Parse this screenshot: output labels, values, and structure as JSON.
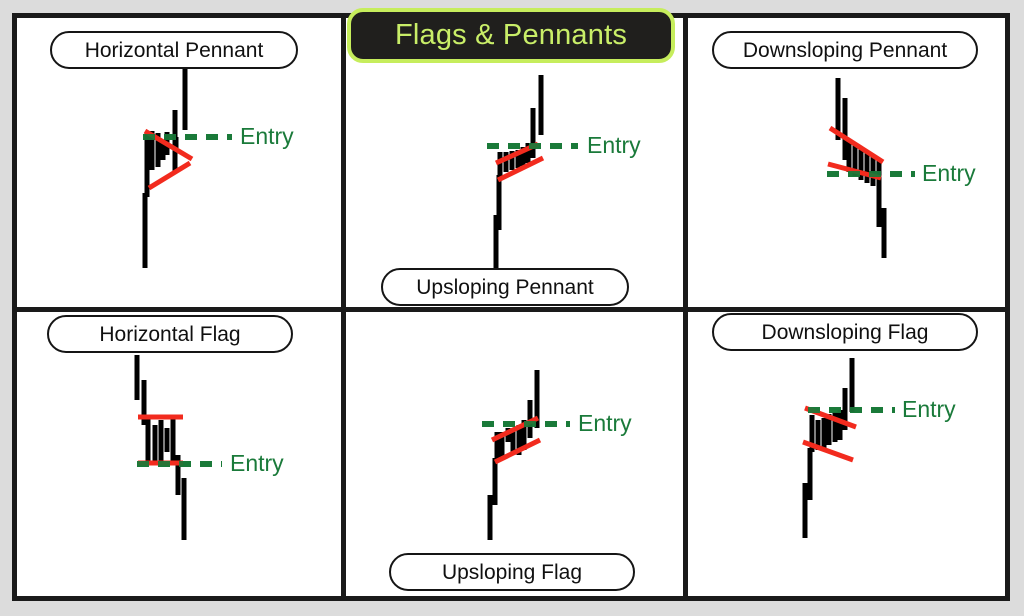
{
  "title": {
    "text": "Flags & Pennants",
    "bg_color": "#201f1d",
    "border_color": "#c6ed5c",
    "text_color": "#c9ee68"
  },
  "colors": {
    "background": "#dcdcdc",
    "panel_background": "#ffffff",
    "frame": "#1a1a1a",
    "bar": "#000000",
    "trendline": "#f22b1e",
    "entry_line": "#1a7a3a",
    "entry_text": "#1a7a3a",
    "pill_border": "#151515",
    "pill_text": "#101010"
  },
  "entry_label": "Entry",
  "panels": [
    {
      "id": "horizontal-pennant",
      "label": "Horizontal Pennant",
      "row": 0,
      "col": 0,
      "pattern_type": "pennant",
      "slope": "horizontal",
      "entry_label": "Entry"
    },
    {
      "id": "upsloping-pennant",
      "label": "Upsloping Pennant",
      "row": 0,
      "col": 1,
      "pattern_type": "pennant",
      "slope": "up",
      "entry_label": "Entry"
    },
    {
      "id": "downsloping-pennant",
      "label": "Downsloping Pennant",
      "row": 0,
      "col": 2,
      "pattern_type": "pennant",
      "slope": "down",
      "entry_label": "Entry"
    },
    {
      "id": "horizontal-flag",
      "label": "Horizontal Flag",
      "row": 1,
      "col": 0,
      "pattern_type": "flag",
      "slope": "horizontal",
      "entry_label": "Entry"
    },
    {
      "id": "upsloping-flag",
      "label": "Upsloping Flag",
      "row": 1,
      "col": 1,
      "pattern_type": "flag",
      "slope": "up",
      "entry_label": "Entry"
    },
    {
      "id": "downsloping-flag",
      "label": "Downsloping Flag",
      "row": 1,
      "col": 2,
      "pattern_type": "flag",
      "slope": "down",
      "entry_label": "Entry"
    }
  ],
  "chart_data": {
    "type": "line",
    "title": "Flags & Pennants",
    "description": "Six price-bar schematics of continuation chart patterns, each with red trendlines bounding the consolidation and a green dashed Entry level.",
    "series": [
      {
        "name": "horizontal-pennant",
        "bars": [
          {
            "x": 185,
            "y_top": 68,
            "y_bottom": 130
          },
          {
            "x": 175,
            "y_top": 110,
            "y_bottom": 172
          },
          {
            "x": 167,
            "y_top": 132,
            "y_bottom": 155
          },
          {
            "x": 176,
            "y_top": 137,
            "y_bottom": 152
          },
          {
            "x": 163,
            "y_top": 140,
            "y_bottom": 160
          },
          {
            "x": 158,
            "y_top": 133,
            "y_bottom": 167
          },
          {
            "x": 152,
            "y_top": 131,
            "y_bottom": 170
          },
          {
            "x": 147,
            "y_top": 133,
            "y_bottom": 197
          },
          {
            "x": 145,
            "y_top": 193,
            "y_bottom": 224
          },
          {
            "x": 145,
            "y_top": 210,
            "y_bottom": 268
          }
        ],
        "upper_trendline": [
          [
            145,
            131
          ],
          [
            192,
            159
          ]
        ],
        "lower_trendline": [
          [
            149,
            188
          ],
          [
            190,
            163
          ]
        ],
        "entry_line_y": 137,
        "entry_line_x": [
          143,
          232
        ],
        "entry_text_x": 240,
        "entry_text_y": 125
      },
      {
        "name": "upsloping-pennant",
        "bars": [
          {
            "x": 541,
            "y_top": 75,
            "y_bottom": 135
          },
          {
            "x": 533,
            "y_top": 108,
            "y_bottom": 158
          },
          {
            "x": 528,
            "y_top": 143,
            "y_bottom": 163
          },
          {
            "x": 523,
            "y_top": 147,
            "y_bottom": 166
          },
          {
            "x": 518,
            "y_top": 150,
            "y_bottom": 168
          },
          {
            "x": 512,
            "y_top": 151,
            "y_bottom": 170
          },
          {
            "x": 506,
            "y_top": 152,
            "y_bottom": 172
          },
          {
            "x": 500,
            "y_top": 152,
            "y_bottom": 180
          },
          {
            "x": 499,
            "y_top": 175,
            "y_bottom": 230
          },
          {
            "x": 496,
            "y_top": 215,
            "y_bottom": 270
          }
        ],
        "upper_trendline": [
          [
            496,
            163
          ],
          [
            538,
            144
          ]
        ],
        "lower_trendline": [
          [
            498,
            180
          ],
          [
            543,
            158
          ]
        ],
        "entry_line_y": 146,
        "entry_line_x": [
          487,
          578
        ],
        "entry_text_x": 587,
        "entry_text_y": 134
      },
      {
        "name": "downsloping-pennant",
        "bars": [
          {
            "x": 838,
            "y_top": 78,
            "y_bottom": 140
          },
          {
            "x": 845,
            "y_top": 98,
            "y_bottom": 160
          },
          {
            "x": 849,
            "y_top": 140,
            "y_bottom": 172
          },
          {
            "x": 855,
            "y_top": 145,
            "y_bottom": 176
          },
          {
            "x": 861,
            "y_top": 148,
            "y_bottom": 180
          },
          {
            "x": 867,
            "y_top": 152,
            "y_bottom": 183
          },
          {
            "x": 873,
            "y_top": 155,
            "y_bottom": 186
          },
          {
            "x": 879,
            "y_top": 158,
            "y_bottom": 192
          },
          {
            "x": 879,
            "y_top": 186,
            "y_bottom": 227
          },
          {
            "x": 884,
            "y_top": 208,
            "y_bottom": 258
          }
        ],
        "upper_trendline": [
          [
            830,
            128
          ],
          [
            883,
            162
          ]
        ],
        "lower_trendline": [
          [
            828,
            164
          ],
          [
            881,
            178
          ]
        ],
        "entry_line_y": 174,
        "entry_line_x": [
          827,
          915
        ],
        "entry_text_x": 922,
        "entry_text_y": 162
      },
      {
        "name": "horizontal-flag",
        "bars": [
          {
            "x": 137,
            "y_top": 355,
            "y_bottom": 400
          },
          {
            "x": 144,
            "y_top": 380,
            "y_bottom": 425
          },
          {
            "x": 148,
            "y_top": 415,
            "y_bottom": 462
          },
          {
            "x": 155,
            "y_top": 425,
            "y_bottom": 462
          },
          {
            "x": 161,
            "y_top": 420,
            "y_bottom": 462
          },
          {
            "x": 167,
            "y_top": 428,
            "y_bottom": 452
          },
          {
            "x": 173,
            "y_top": 418,
            "y_bottom": 462
          },
          {
            "x": 178,
            "y_top": 455,
            "y_bottom": 495
          },
          {
            "x": 184,
            "y_top": 478,
            "y_bottom": 540
          }
        ],
        "upper_trendline": [
          [
            138,
            417
          ],
          [
            183,
            417
          ]
        ],
        "lower_trendline": [
          [
            138,
            463
          ],
          [
            183,
            463
          ]
        ],
        "entry_line_y": 464,
        "entry_line_x": [
          137,
          222
        ],
        "entry_text_x": 230,
        "entry_text_y": 452
      },
      {
        "name": "upsloping-flag",
        "bars": [
          {
            "x": 537,
            "y_top": 370,
            "y_bottom": 428
          },
          {
            "x": 530,
            "y_top": 400,
            "y_bottom": 438
          },
          {
            "x": 524,
            "y_top": 420,
            "y_bottom": 450
          },
          {
            "x": 519,
            "y_top": 425,
            "y_bottom": 455
          },
          {
            "x": 513,
            "y_top": 430,
            "y_bottom": 455
          },
          {
            "x": 508,
            "y_top": 428,
            "y_bottom": 442
          },
          {
            "x": 502,
            "y_top": 432,
            "y_bottom": 458
          },
          {
            "x": 497,
            "y_top": 432,
            "y_bottom": 462
          },
          {
            "x": 495,
            "y_top": 458,
            "y_bottom": 505
          },
          {
            "x": 490,
            "y_top": 495,
            "y_bottom": 540
          }
        ],
        "upper_trendline": [
          [
            492,
            440
          ],
          [
            538,
            418
          ]
        ],
        "lower_trendline": [
          [
            495,
            462
          ],
          [
            540,
            440
          ]
        ],
        "entry_line_y": 424,
        "entry_line_x": [
          482,
          570
        ],
        "entry_text_x": 578,
        "entry_text_y": 412
      },
      {
        "name": "downsloping-flag",
        "bars": [
          {
            "x": 852,
            "y_top": 358,
            "y_bottom": 412
          },
          {
            "x": 845,
            "y_top": 388,
            "y_bottom": 430
          },
          {
            "x": 840,
            "y_top": 410,
            "y_bottom": 440
          },
          {
            "x": 835,
            "y_top": 412,
            "y_bottom": 442
          },
          {
            "x": 829,
            "y_top": 414,
            "y_bottom": 445
          },
          {
            "x": 824,
            "y_top": 418,
            "y_bottom": 448
          },
          {
            "x": 818,
            "y_top": 420,
            "y_bottom": 450
          },
          {
            "x": 812,
            "y_top": 415,
            "y_bottom": 452
          },
          {
            "x": 810,
            "y_top": 448,
            "y_bottom": 500
          },
          {
            "x": 805,
            "y_top": 483,
            "y_bottom": 538
          }
        ],
        "upper_trendline": [
          [
            805,
            408
          ],
          [
            856,
            427
          ]
        ],
        "lower_trendline": [
          [
            803,
            442
          ],
          [
            853,
            460
          ]
        ],
        "entry_line_y": 410,
        "entry_line_x": [
          808,
          895
        ],
        "entry_text_x": 902,
        "entry_text_y": 398
      }
    ],
    "annotations": [
      "Entry",
      "Entry",
      "Entry",
      "Entry",
      "Entry",
      "Entry"
    ],
    "grid": false,
    "legend": "none"
  }
}
